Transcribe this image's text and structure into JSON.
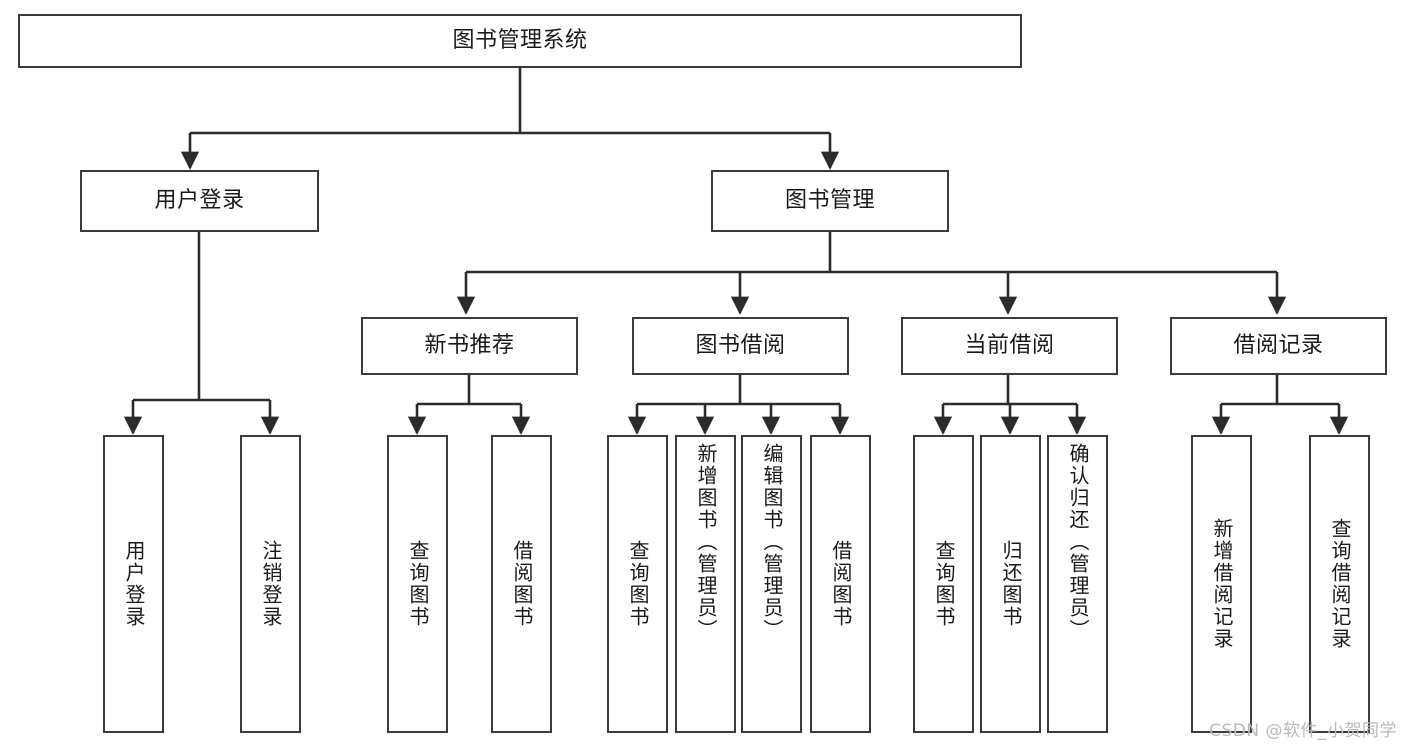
{
  "diagram": {
    "title": "图书管理系统",
    "type": "tree",
    "watermark": "CSDN @软件_小贺同学",
    "colors": {
      "box_stroke": "#3b3b3b",
      "box_fill": "#ffffff",
      "edge": "#2b2b2b",
      "text": "#1a1a1a",
      "watermark": "#b9b9b9"
    },
    "nodes": {
      "root": {
        "label": "图书管理系统",
        "level": 0
      },
      "b1": {
        "label": "用户登录",
        "level": 1
      },
      "b2": {
        "label": "图书管理",
        "level": 1
      },
      "c1": {
        "label": "新书推荐",
        "level": 2
      },
      "c2": {
        "label": "图书借阅",
        "level": 2
      },
      "c3": {
        "label": "当前借阅",
        "level": 2
      },
      "c4": {
        "label": "借阅记录",
        "level": 2
      },
      "l1": {
        "label": "用户登录",
        "level": 3
      },
      "l2": {
        "label": "注销登录",
        "level": 3
      },
      "l3": {
        "label": "查询图书",
        "level": 3
      },
      "l4": {
        "label": "借阅图书",
        "level": 3
      },
      "l5": {
        "label": "查询图书",
        "level": 3
      },
      "l6": {
        "label": "新增图书（管理员）",
        "level": 3
      },
      "l7": {
        "label": "编辑图书（管理员）",
        "level": 3
      },
      "l8": {
        "label": "借阅图书",
        "level": 3
      },
      "l9": {
        "label": "查询图书",
        "level": 3
      },
      "l10": {
        "label": "归还图书",
        "level": 3
      },
      "l11": {
        "label": "确认归还（管理员）",
        "level": 3
      },
      "l12": {
        "label": "新增借阅记录",
        "level": 3
      },
      "l13": {
        "label": "查询借阅记录",
        "level": 3
      }
    },
    "edges": [
      {
        "from": "root",
        "to": "b1"
      },
      {
        "from": "root",
        "to": "b2"
      },
      {
        "from": "b1",
        "to": "l1"
      },
      {
        "from": "b1",
        "to": "l2"
      },
      {
        "from": "b2",
        "to": "c1"
      },
      {
        "from": "b2",
        "to": "c2"
      },
      {
        "from": "b2",
        "to": "c3"
      },
      {
        "from": "b2",
        "to": "c4"
      },
      {
        "from": "c1",
        "to": "l3"
      },
      {
        "from": "c1",
        "to": "l4"
      },
      {
        "from": "c2",
        "to": "l5"
      },
      {
        "from": "c2",
        "to": "l6"
      },
      {
        "from": "c2",
        "to": "l7"
      },
      {
        "from": "c2",
        "to": "l8"
      },
      {
        "from": "c3",
        "to": "l9"
      },
      {
        "from": "c3",
        "to": "l10"
      },
      {
        "from": "c3",
        "to": "l11"
      },
      {
        "from": "c4",
        "to": "l12"
      },
      {
        "from": "c4",
        "to": "l13"
      }
    ]
  }
}
